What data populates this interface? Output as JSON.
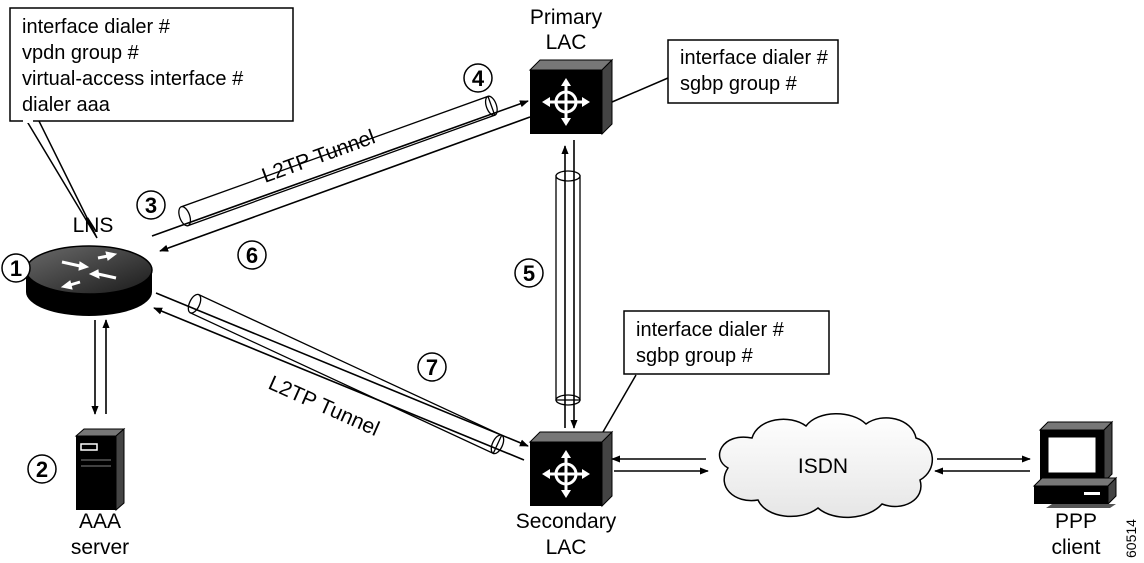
{
  "callouts": {
    "lns": [
      "interface dialer #",
      "vpdn group #",
      "virtual-access interface #",
      "dialer aaa"
    ],
    "primary": [
      "interface dialer #",
      "sgbp group #"
    ],
    "secondary": [
      "interface dialer #",
      "sgbp group #"
    ]
  },
  "devices": {
    "lns": "LNS",
    "primary_line1": "Primary",
    "primary_line2": "LAC",
    "secondary_line1": "Secondary",
    "secondary_line2": "LAC",
    "aaa_line1": "AAA",
    "aaa_line2": "server",
    "ppp_line1": "PPP",
    "ppp_line2": "client",
    "isdn": "ISDN"
  },
  "tunnels": {
    "upper": "L2TP Tunnel",
    "lower": "L2TP Tunnel"
  },
  "steps": [
    "1",
    "2",
    "3",
    "4",
    "5",
    "6",
    "7"
  ],
  "figure_id": "60514"
}
